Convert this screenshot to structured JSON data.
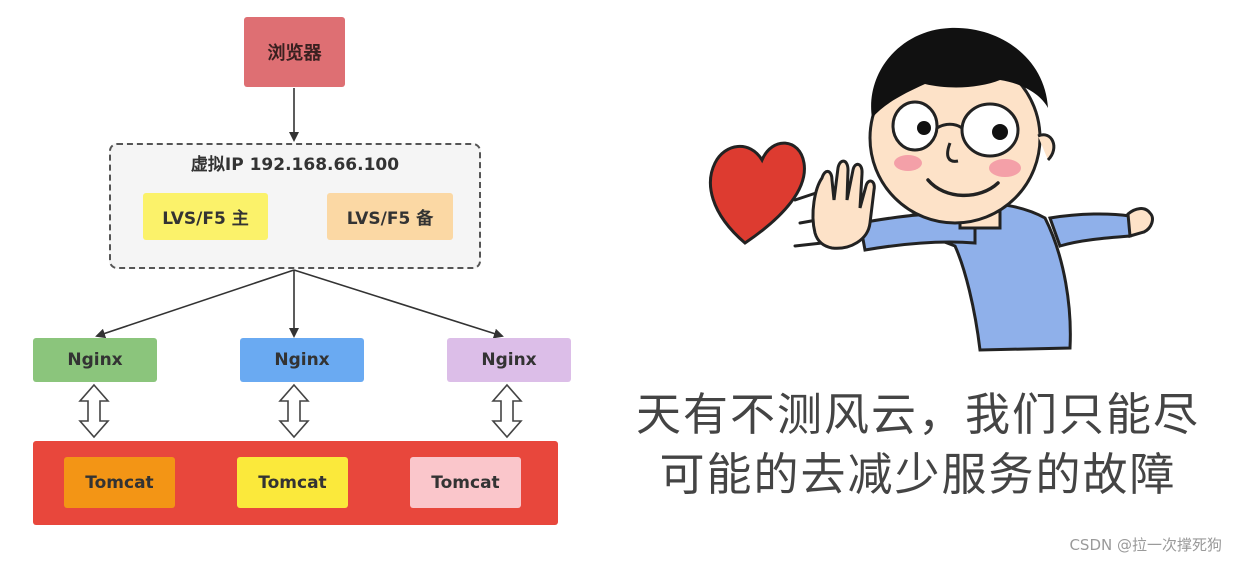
{
  "diagram": {
    "browser_label": "浏览器",
    "vip_title": "虚拟IP 192.168.66.100",
    "lvs_main_label": "LVS/F5 主",
    "lvs_backup_label": "LVS/F5 备",
    "nginx_nodes": [
      "Nginx",
      "Nginx",
      "Nginx"
    ],
    "tomcat_nodes": [
      "Tomcat",
      "Tomcat",
      "Tomcat"
    ]
  },
  "slogan": {
    "line1": "天有不测风云，我们只能尽",
    "line2": "可能的去减少服务的故障"
  },
  "watermark": "CSDN @拉一次撑死狗",
  "colors": {
    "browser": "#de6f73",
    "lvs_main": "#fbf26a",
    "lvs_backup": "#fbd8a4",
    "nginx_green": "#8bc57c",
    "nginx_blue": "#6aaaf2",
    "nginx_purple": "#dcbee8",
    "tomcat_bar": "#e8473c",
    "tomcat_orange": "#f39515",
    "tomcat_yellow": "#fbe93b",
    "tomcat_pink": "#fac6cb"
  }
}
